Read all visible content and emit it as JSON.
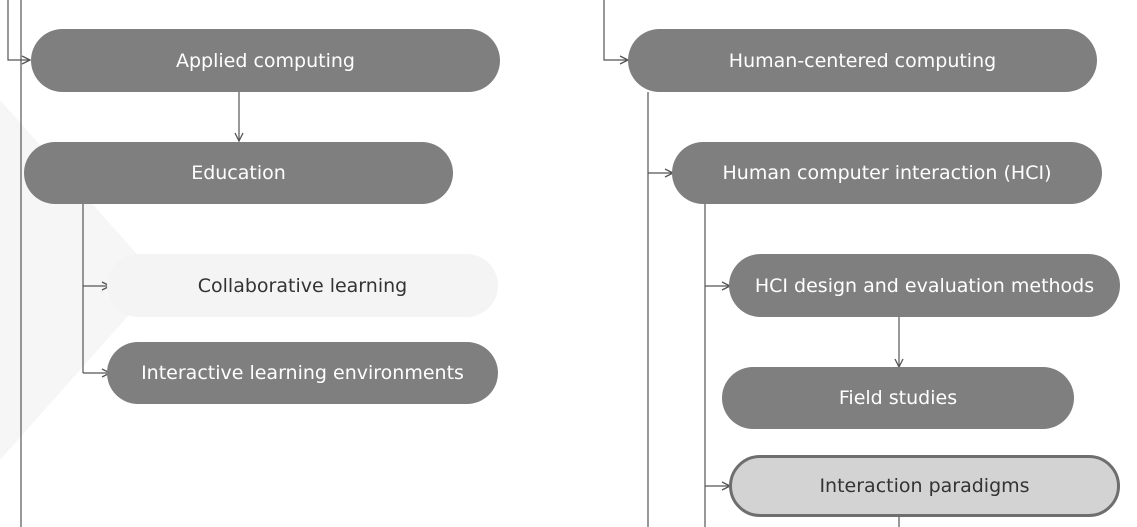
{
  "diagram": {
    "nodes": {
      "applied_computing": "Applied computing",
      "education": "Education",
      "collaborative_learning": "Collaborative learning",
      "interactive_learning_environments": "Interactive learning environments",
      "human_centered_computing": "Human-centered computing",
      "hci": "Human computer interaction (HCI)",
      "hci_design_methods": "HCI design and evaluation methods",
      "field_studies": "Field studies",
      "interaction_paradigms": "Interaction paradigms"
    },
    "highlighted_node": "interaction_paradigms",
    "colors": {
      "node_fill": "#7f7f7f",
      "node_text": "#ffffff",
      "faded_fill": "#f4f4f4",
      "selected_fill": "#d3d3d3",
      "connector": "#555555",
      "background_shape": "#f6f6f6"
    }
  }
}
